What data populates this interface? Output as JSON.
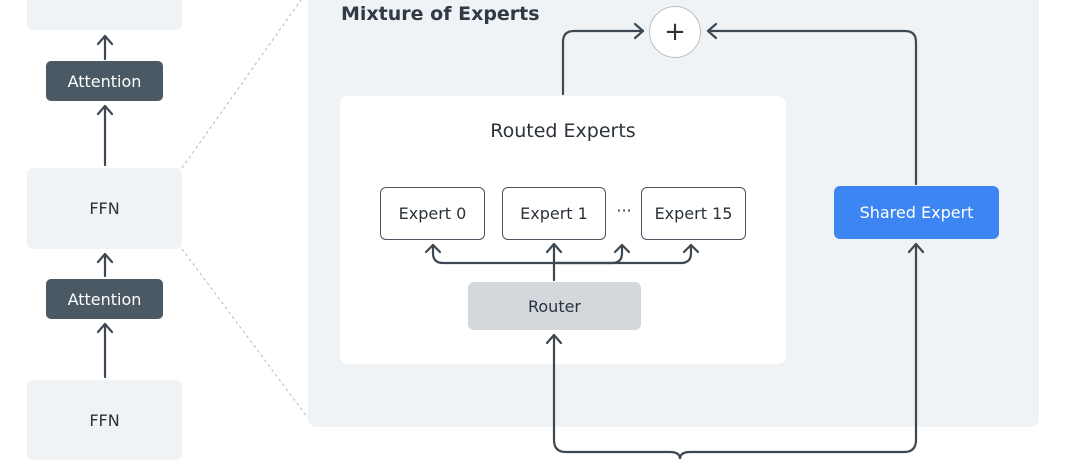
{
  "moe": {
    "title": "Mixture of Experts",
    "combine_symbol": "+"
  },
  "left_stack": {
    "ffn_top": "FFN",
    "ffn_bottom": "FFN",
    "attention_top": "Attention",
    "attention_bottom": "Attention"
  },
  "routed": {
    "title": "Routed Experts",
    "experts": [
      "Expert 0",
      "Expert 1",
      "Expert 15"
    ],
    "ellipsis": "···",
    "router": "Router"
  },
  "shared": {
    "label": "Shared Expert"
  },
  "colors": {
    "panel": "#f0f3f6",
    "attention": "#4a5963",
    "shared_expert": "#3d85f2",
    "router": "#d3d8dd",
    "arrow": "#3d4852"
  }
}
